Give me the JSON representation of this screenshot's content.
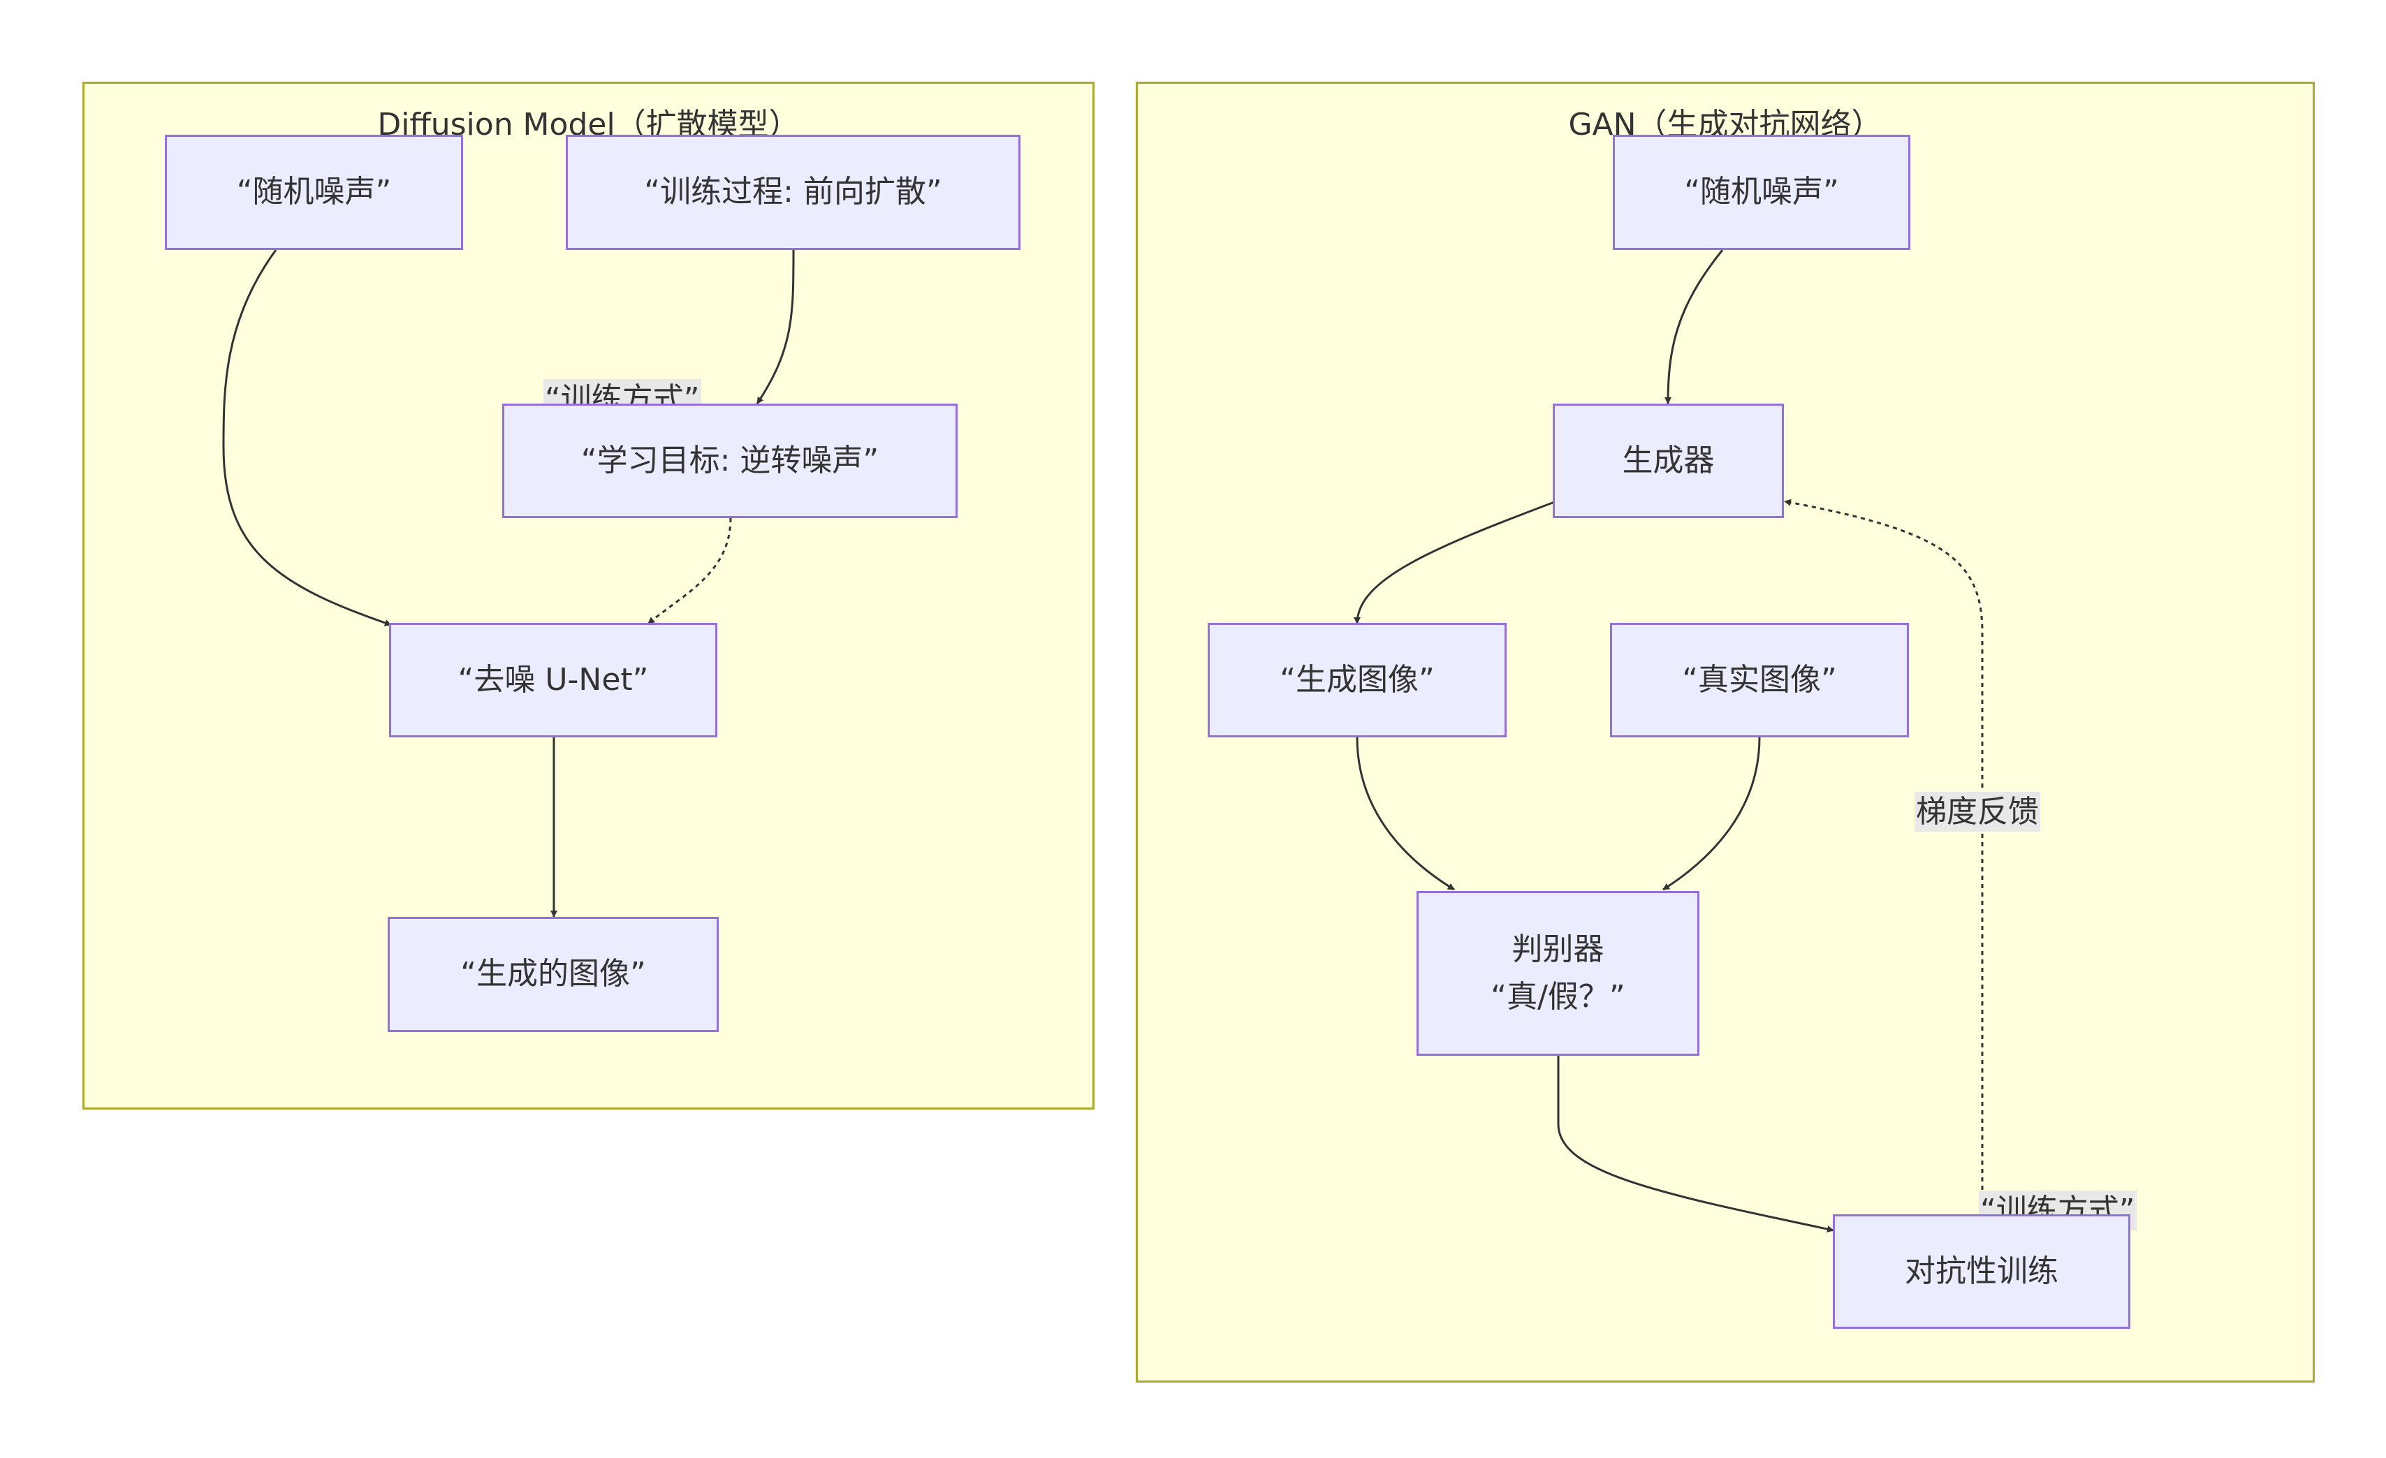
{
  "diffusion": {
    "title": "Diffusion Model（扩散模型）",
    "nodes": {
      "noise": "“随机噪声”",
      "training": "“训练过程: 前向扩散”",
      "objective": "“学习目标: 逆转噪声”",
      "unet": "“去噪 U-Net”",
      "output": "“生成的图像”"
    },
    "edge_labels": {
      "training_method": "“训练方式”"
    }
  },
  "gan": {
    "title": "GAN（生成对抗网络）",
    "nodes": {
      "noise": "“随机噪声”",
      "generator": "生成器",
      "generated_image": "“生成图像”",
      "real_image": "“真实图像”",
      "discriminator": "判别器\n“真/假？”",
      "adversarial_training": "对抗性训练"
    },
    "edge_labels": {
      "gradient_feedback": "梯度反馈",
      "training_method": "“训练方式”"
    }
  },
  "colors": {
    "cluster_fill": "#ffffde",
    "cluster_border": "#aaaa33",
    "node_fill": "#ececff",
    "node_border": "#9370db",
    "edge": "#333333",
    "label_background": "#e8e8e8"
  }
}
